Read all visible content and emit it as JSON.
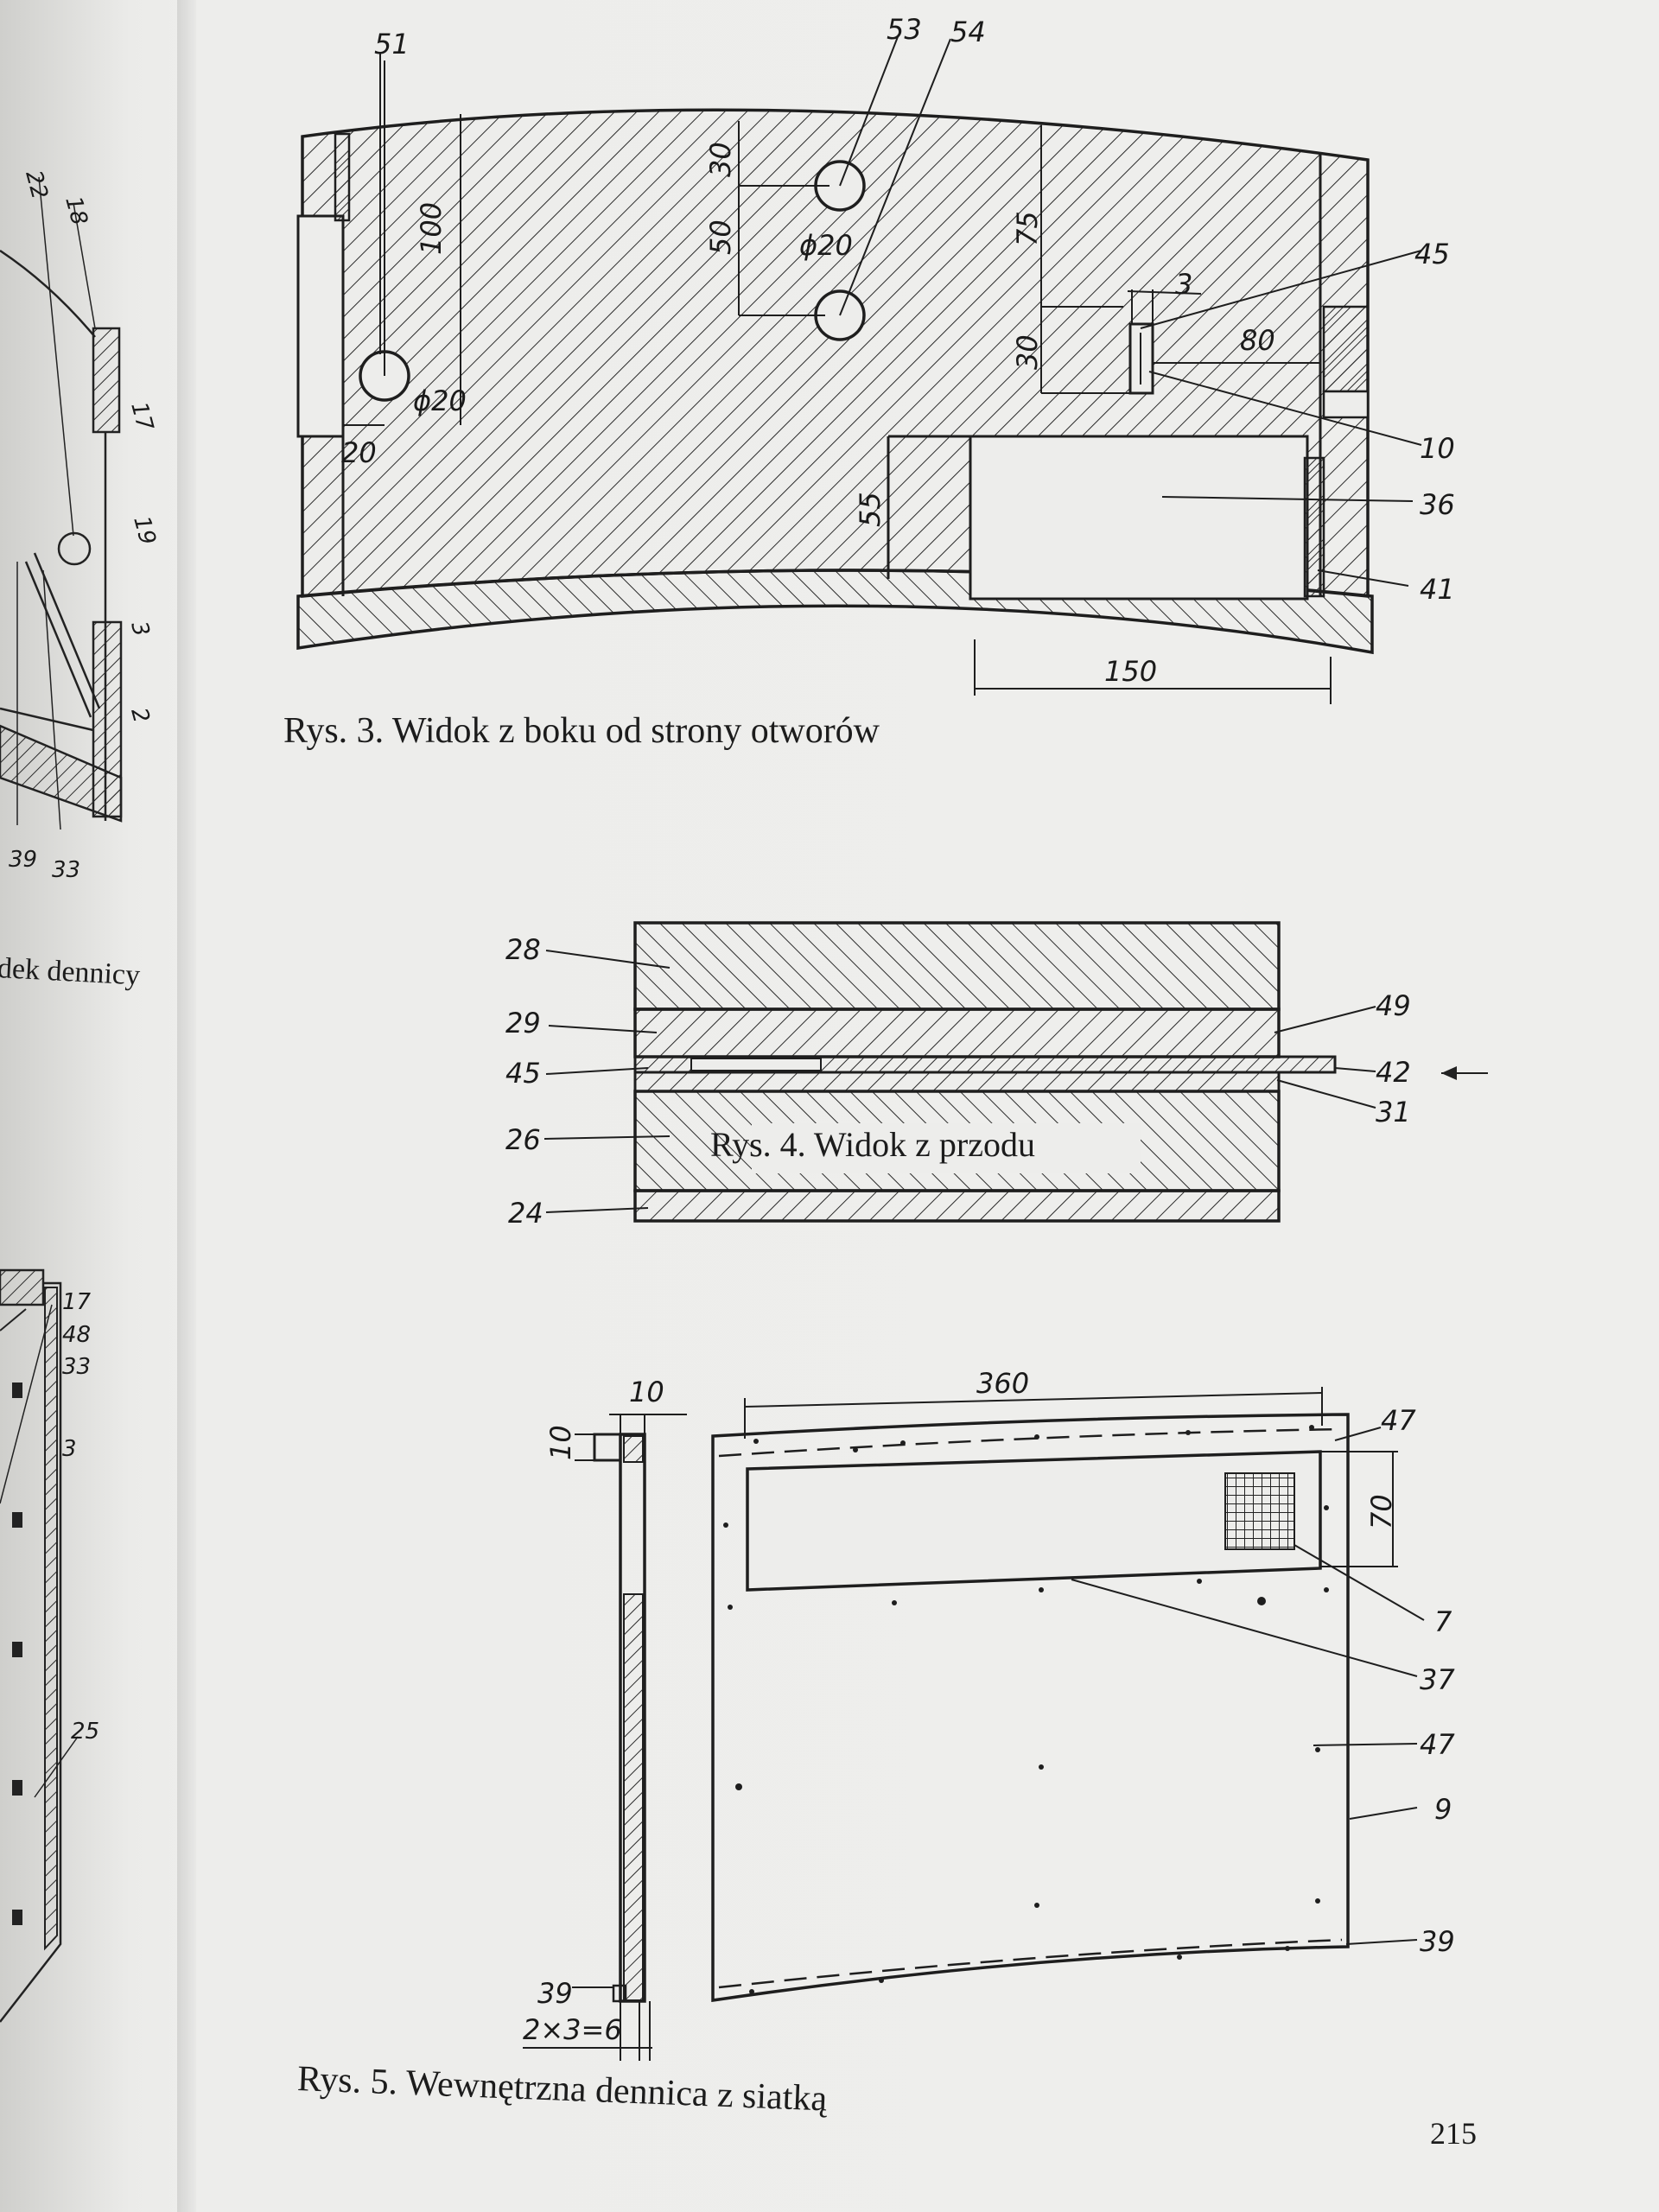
{
  "page_number": "215",
  "left_page": {
    "caption_fragment": "dek dennicy",
    "labels_top": [
      "22",
      "18",
      "17",
      "19",
      "3",
      "2",
      "39",
      "33"
    ],
    "labels_bottom": [
      "17",
      "48",
      "33",
      "3",
      "25"
    ]
  },
  "fig3": {
    "caption": "Rys. 3. Widok z boku od strony otworów",
    "labels": {
      "l51": "51",
      "l53": "53",
      "l54": "54",
      "l45": "45",
      "l10": "10",
      "l36": "36",
      "l41": "41",
      "d100": "100",
      "d30a": "30",
      "d50": "50",
      "d75": "75",
      "d3": "3",
      "d30b": "30",
      "d80": "80",
      "d55": "55",
      "d150": "150",
      "d20": "20",
      "phi1": "ϕ20",
      "phi2": "ϕ20"
    }
  },
  "fig4": {
    "caption": "Rys. 4. Widok z przodu",
    "labels": {
      "l28": "28",
      "l29": "29",
      "l45": "45",
      "l26": "26",
      "l24": "24",
      "l49": "49",
      "l42": "42",
      "l31": "31"
    }
  },
  "fig5": {
    "caption": "Rys. 5. Wewnętrzna dennica z siatką",
    "labels": {
      "d10a": "10",
      "d10b": "10",
      "d360": "360",
      "d70": "70",
      "dim_bottom": "2×3=6",
      "l39a": "39",
      "l47a": "47",
      "l7": "7",
      "l37": "37",
      "l47b": "47",
      "l9": "9",
      "l39b": "39"
    }
  }
}
